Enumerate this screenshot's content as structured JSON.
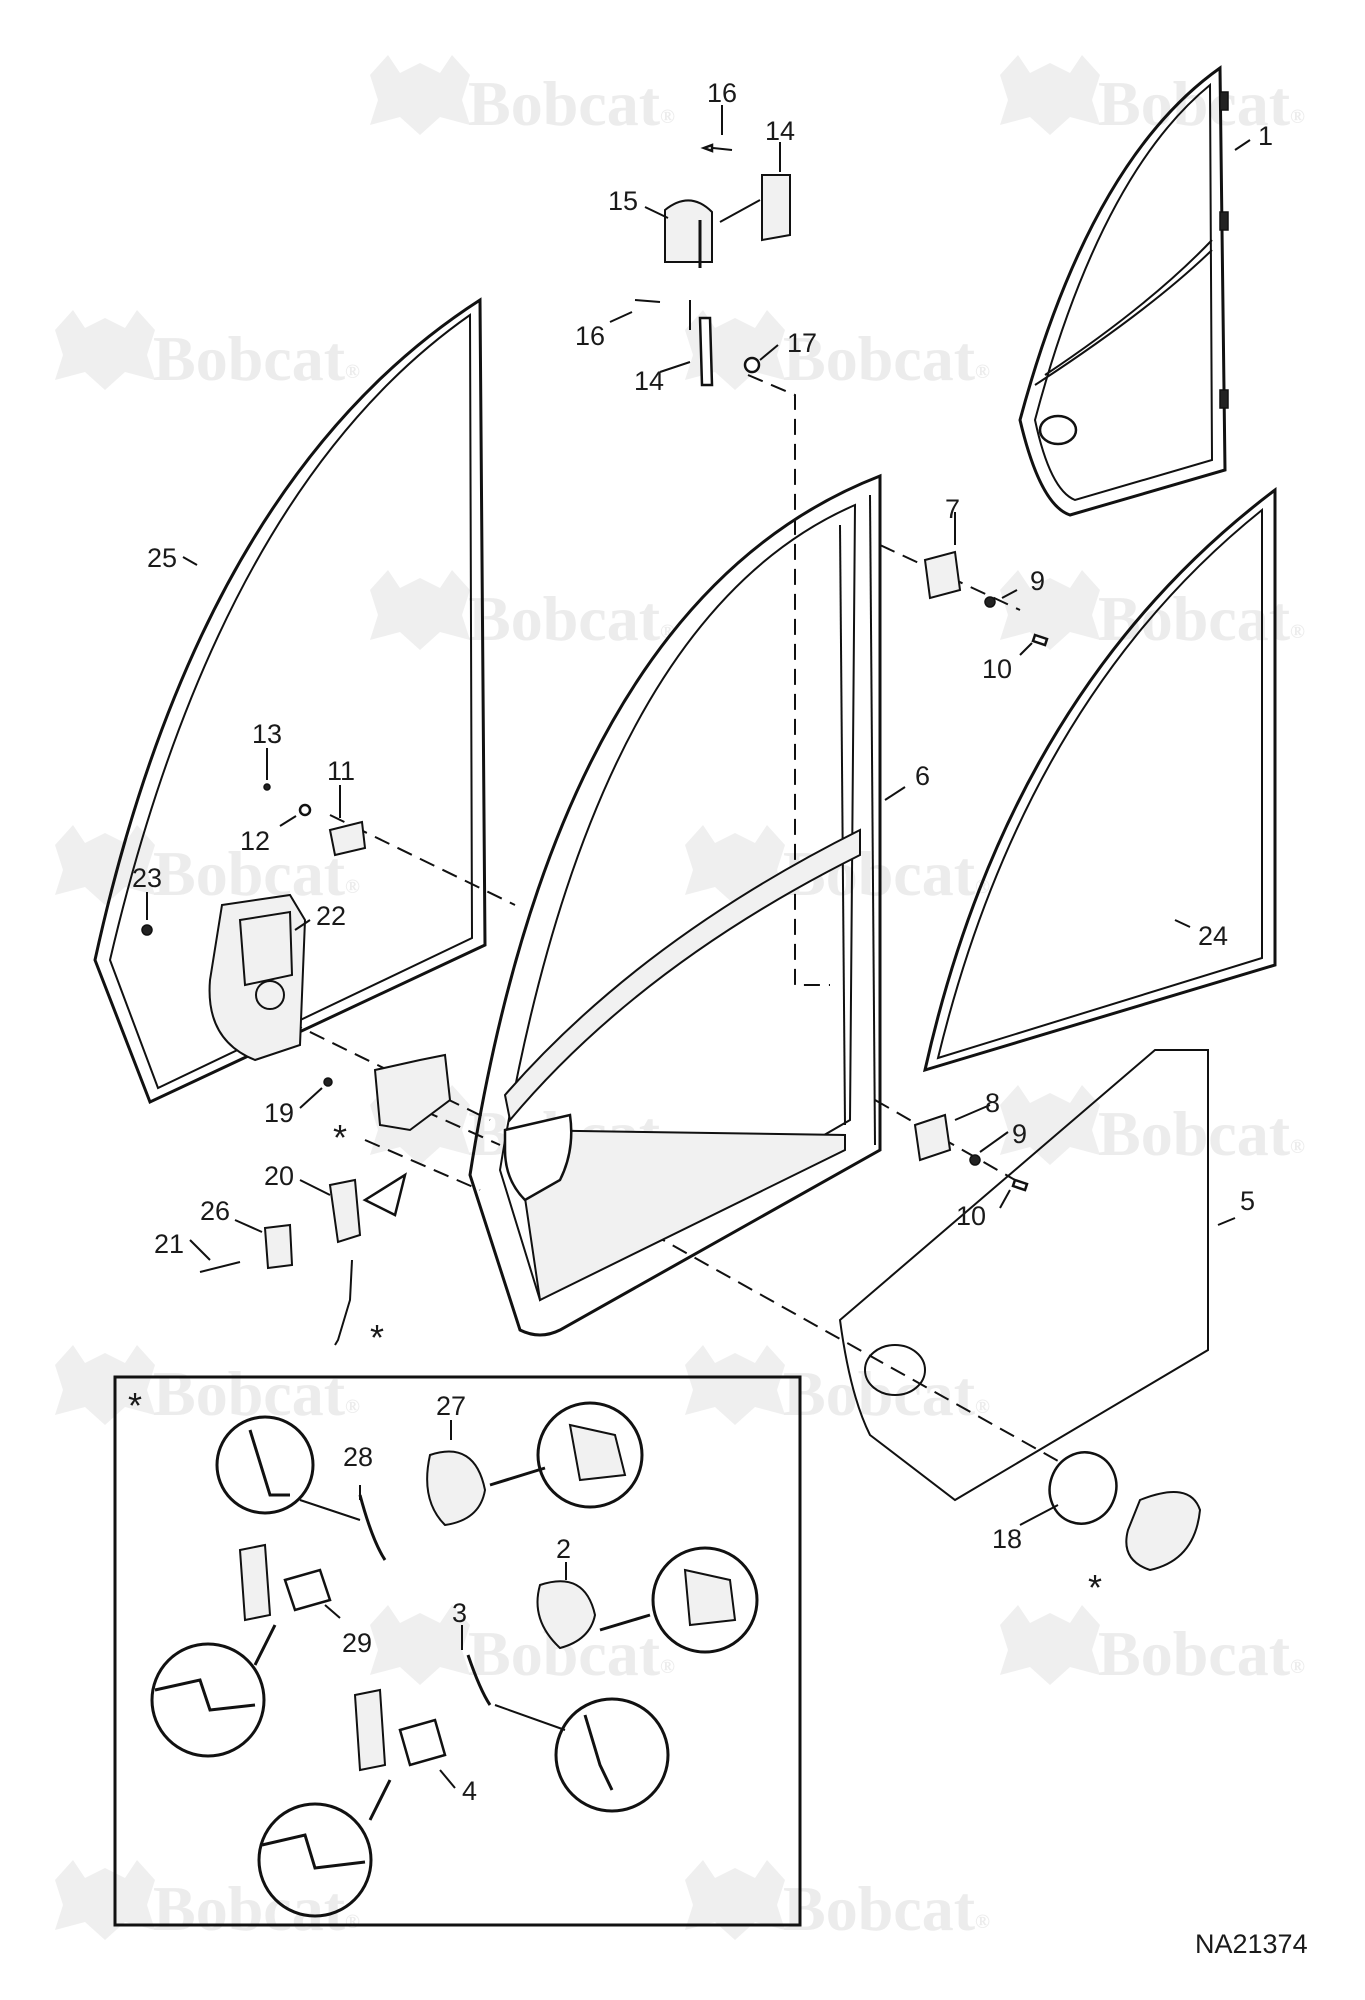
{
  "drawing_id": "NA21374",
  "watermark": {
    "brand": "Bobcat",
    "registered_mark": "®"
  },
  "detail_marker": "*",
  "callouts": {
    "c1": "1",
    "c2": "2",
    "c3": "3",
    "c4": "4",
    "c5": "5",
    "c6": "6",
    "c7": "7",
    "c8": "8",
    "c9a": "9",
    "c9b": "9",
    "c10a": "10",
    "c10b": "10",
    "c11": "11",
    "c12": "12",
    "c13": "13",
    "c14a": "14",
    "c14b": "14",
    "c15": "15",
    "c16a": "16",
    "c16b": "16",
    "c17": "17",
    "c18": "18",
    "c19": "19",
    "c20": "20",
    "c21": "21",
    "c22": "22",
    "c23": "23",
    "c24": "24",
    "c25": "25",
    "c26": "26",
    "c27": "27",
    "c28": "28",
    "c29": "29"
  }
}
